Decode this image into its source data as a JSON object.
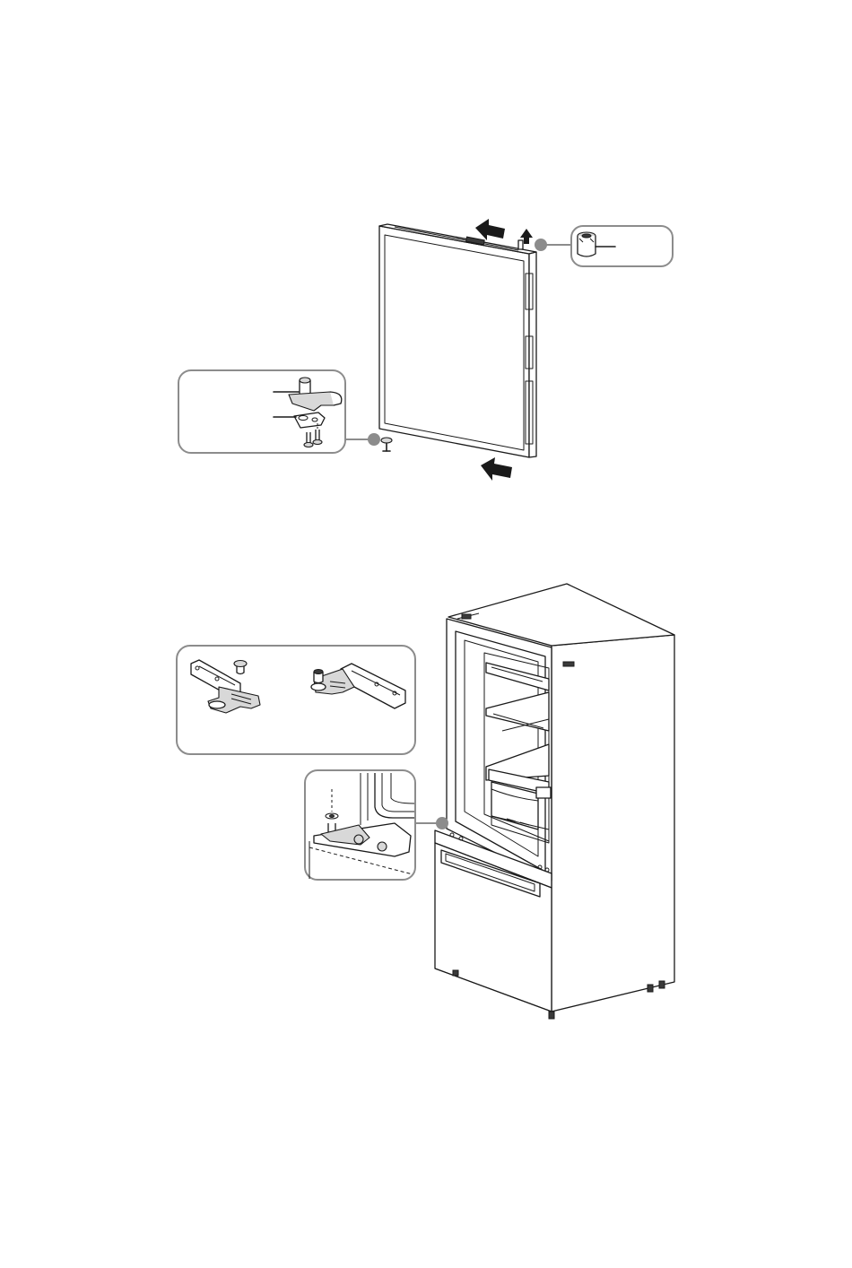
{
  "figures": [
    {
      "id": "door-removal",
      "callouts": [
        "top-hinge-pin",
        "bottom-hinge-assembly"
      ],
      "arrows": [
        "lift-door-top",
        "pull-door-bottom",
        "pin-removal-up"
      ]
    },
    {
      "id": "refrigerator-hinge",
      "callouts": [
        "hinge-parts",
        "middle-hinge-detail"
      ]
    }
  ],
  "colors": {
    "line": "#1a1a1a",
    "callout_frame": "#8c8c8c",
    "background": "#ffffff"
  }
}
